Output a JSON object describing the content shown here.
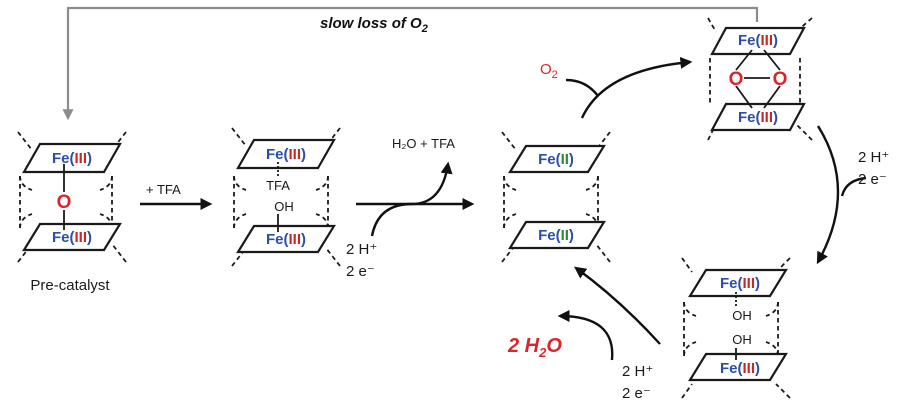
{
  "colors": {
    "fe": "#2b4fa6",
    "ox_iii": "#c22a2a",
    "ox_ii": "#2d8a3b",
    "oxygen": "#d62828",
    "arrow": "#111111",
    "loop_arrow": "#8c8c8c"
  },
  "labels": {
    "slow_loss": "slow loss of O",
    "slow_loss_sub": "2",
    "pre_catalyst": "Pre-catalyst",
    "plus_tfa": "+ TFA",
    "h2o_tfa": "H₂O + TFA",
    "o2_text": "O",
    "o2_sub": "2",
    "protons": "2 H⁺",
    "electrons": "2 e⁻",
    "product_water": "2 H",
    "product_water_sub": "2",
    "product_water_o": "O"
  },
  "atoms": {
    "fe": "Fe",
    "ox_open": "(",
    "ox_close": ")",
    "ox_iii": "III",
    "ox_ii": "II",
    "oxo": "O",
    "peroxo": "O",
    "tfa": "TFA",
    "hydroxo": "OH"
  }
}
